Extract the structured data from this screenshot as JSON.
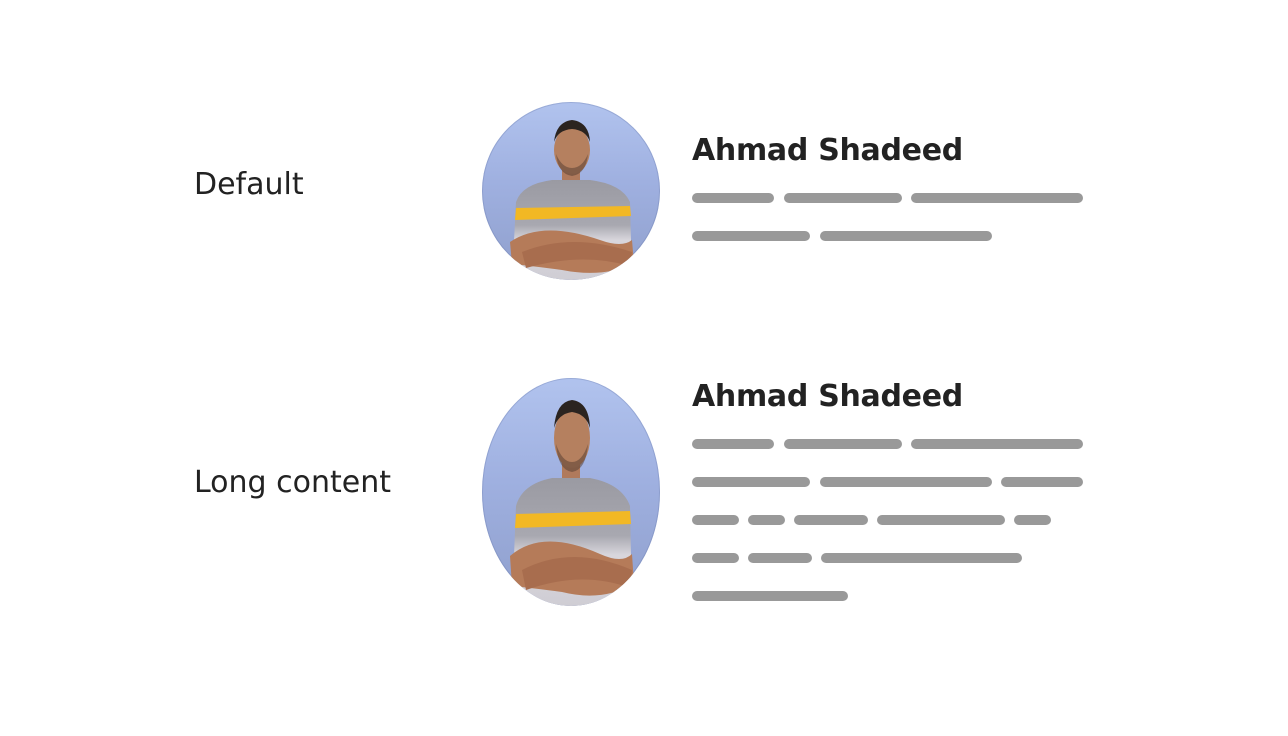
{
  "rows": [
    {
      "label": "Default",
      "name": "Ahmad Shadeed",
      "avatar_icon": "person-photo-icon",
      "placeholder_lines": 2
    },
    {
      "label": "Long content",
      "name": "Ahmad Shadeed",
      "avatar_icon": "person-photo-icon",
      "placeholder_lines": 5
    }
  ],
  "colors": {
    "text": "#222222",
    "placeholder_bar": "#999999",
    "avatar_background_top": "#b1c3ee",
    "avatar_background_bottom": "#8f9fcc",
    "shirt_stripe": "#f2b824"
  }
}
